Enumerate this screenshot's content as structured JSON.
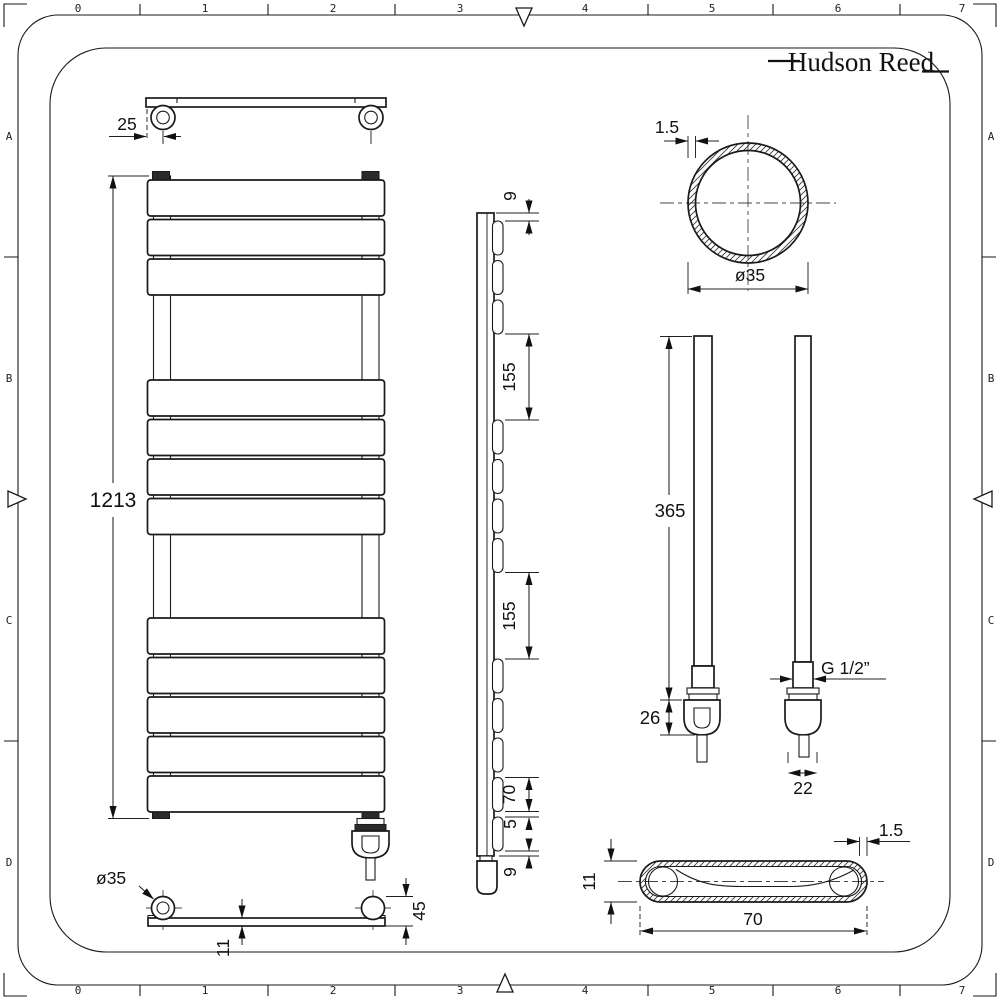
{
  "brand": {
    "name": "Hudson Reed"
  },
  "frame": {
    "top": [
      "0",
      "1",
      "2",
      "3",
      "4",
      "5",
      "6",
      "7"
    ],
    "bottom": [
      "0",
      "1",
      "2",
      "3",
      "4",
      "5",
      "6",
      "7"
    ],
    "left": [
      "A",
      "B",
      "C",
      "D"
    ],
    "right": [
      "A",
      "B",
      "C",
      "D"
    ]
  },
  "dims": {
    "top_view_offset": "25",
    "front_height": "1213",
    "side_top": "9",
    "side_gap1": "155",
    "side_gap2": "155",
    "side_panel": "70",
    "side_space": "5",
    "side_bottom": "9",
    "tube_wall": "1.5",
    "tube_dia": "ø35",
    "elem_length": "365",
    "elem_head_h": "26",
    "elem_thread": "G 1/2”",
    "elem_head_w": "22",
    "sec_wall": "1.5",
    "sec_h": "11",
    "sec_w": "70",
    "bv_dia": "ø35",
    "bv_thick": "11",
    "bv_depth": "45"
  }
}
